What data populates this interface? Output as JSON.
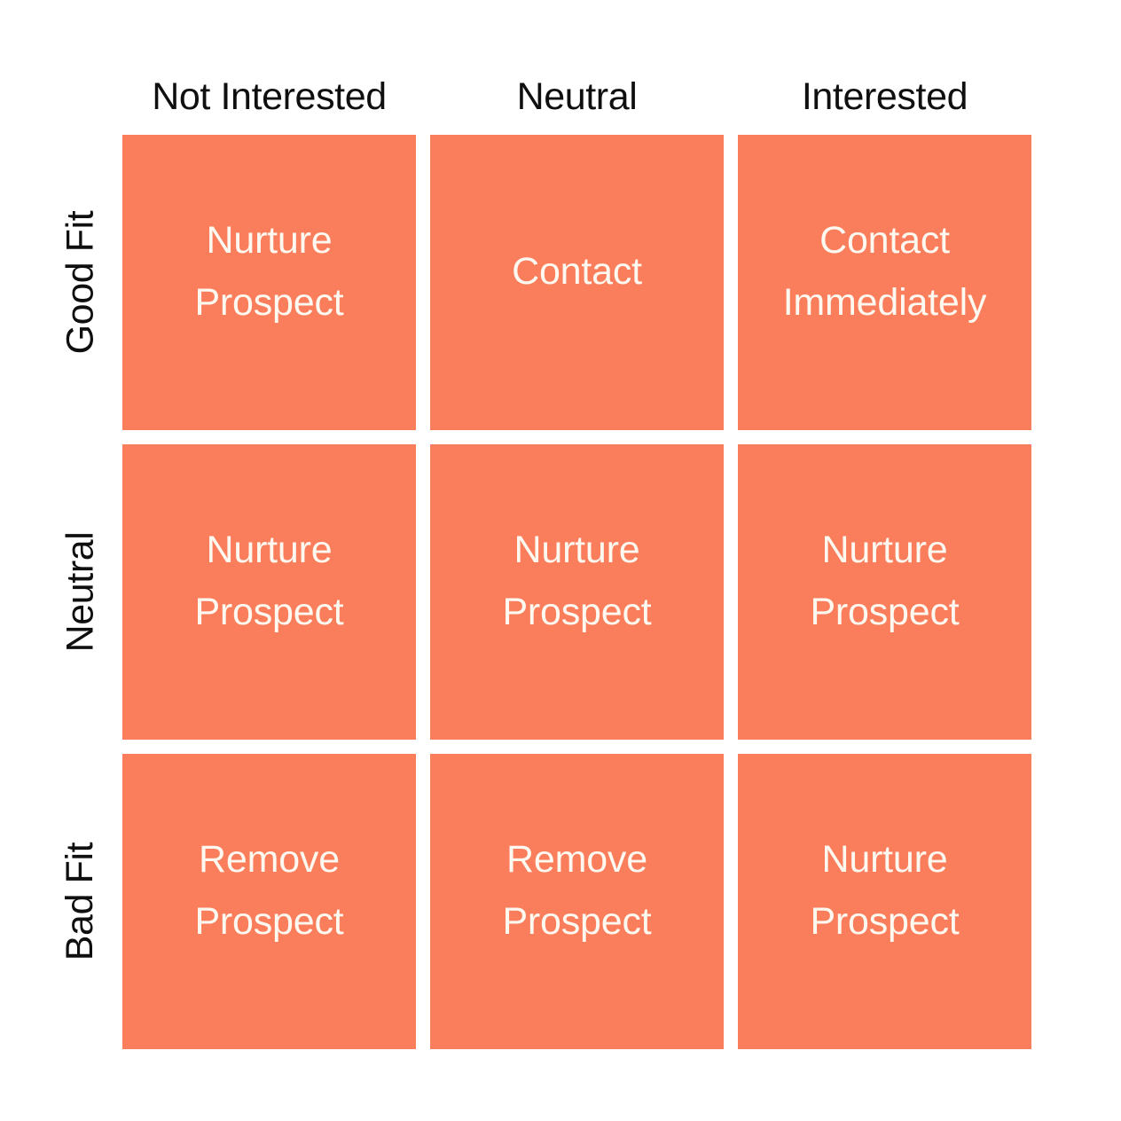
{
  "diagram": {
    "type": "matrix",
    "title": "",
    "colors": {
      "cell_background": "#FA7E5C",
      "cell_text": "#FDF8F0",
      "label_text": "#0F0F0F",
      "page_background": "#FFFFFF"
    },
    "column_headers": [
      {
        "label": "Not Interested"
      },
      {
        "label": "Neutral"
      },
      {
        "label": "Interested"
      }
    ],
    "row_headers": [
      {
        "label": "Good Fit"
      },
      {
        "label": "Neutral"
      },
      {
        "label": "Bad Fit"
      }
    ],
    "rows": [
      {
        "row_label": "Good Fit",
        "cells": [
          {
            "text": "Nurture Prospect",
            "column": "Not Interested"
          },
          {
            "text": "Contact",
            "column": "Neutral"
          },
          {
            "text": "Contact Immediately",
            "column": "Interested"
          }
        ]
      },
      {
        "row_label": "Neutral",
        "cells": [
          {
            "text": "Nurture Prospect",
            "column": "Not Interested"
          },
          {
            "text": "Nurture Prospect",
            "column": "Neutral"
          },
          {
            "text": "Nurture Prospect",
            "column": "Interested"
          }
        ]
      },
      {
        "row_label": "Bad Fit",
        "cells": [
          {
            "text": "Remove Prospect",
            "column": "Not Interested"
          },
          {
            "text": "Remove Prospect",
            "column": "Neutral"
          },
          {
            "text": "Nurture Prospect",
            "column": "Interested"
          }
        ]
      }
    ]
  }
}
